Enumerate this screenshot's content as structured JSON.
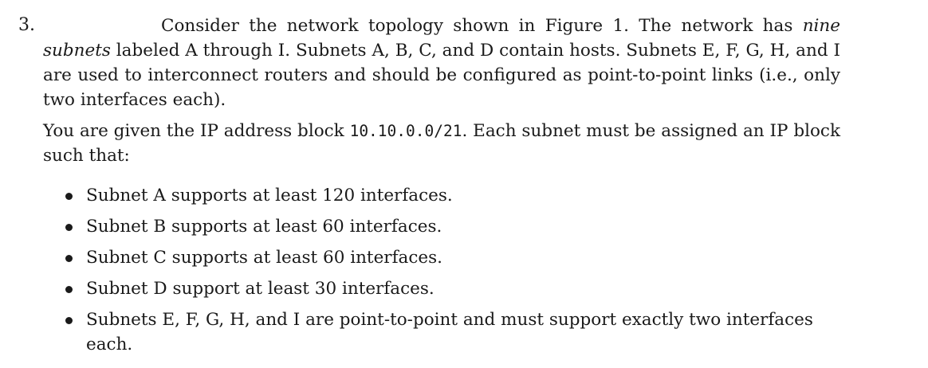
{
  "problem": {
    "number": "3.",
    "intro": {
      "part1": "Consider the network topology shown in Figure 1. The network has ",
      "emphasis": "nine subnets",
      "part2": " labeled A through I. Subnets A, B, C, and D contain hosts. Subnets E, F, G, H, and I are used to interconnect routers and should be configured as point-to-point links (i.e., only two interfaces each)."
    },
    "given": {
      "before": "You are given the IP address block ",
      "address": "10.10.0.0/21",
      "after": ". Each subnet must be assigned an IP block such that:"
    },
    "requirements": [
      "Subnet A supports at least 120 interfaces.",
      "Subnet B supports at least 60 interfaces.",
      "Subnet C supports at least 60 interfaces.",
      "Subnet D support at least 30 interfaces.",
      "Subnets E, F, G, H, and I are point-to-point and must support exactly two interfaces each."
    ]
  }
}
